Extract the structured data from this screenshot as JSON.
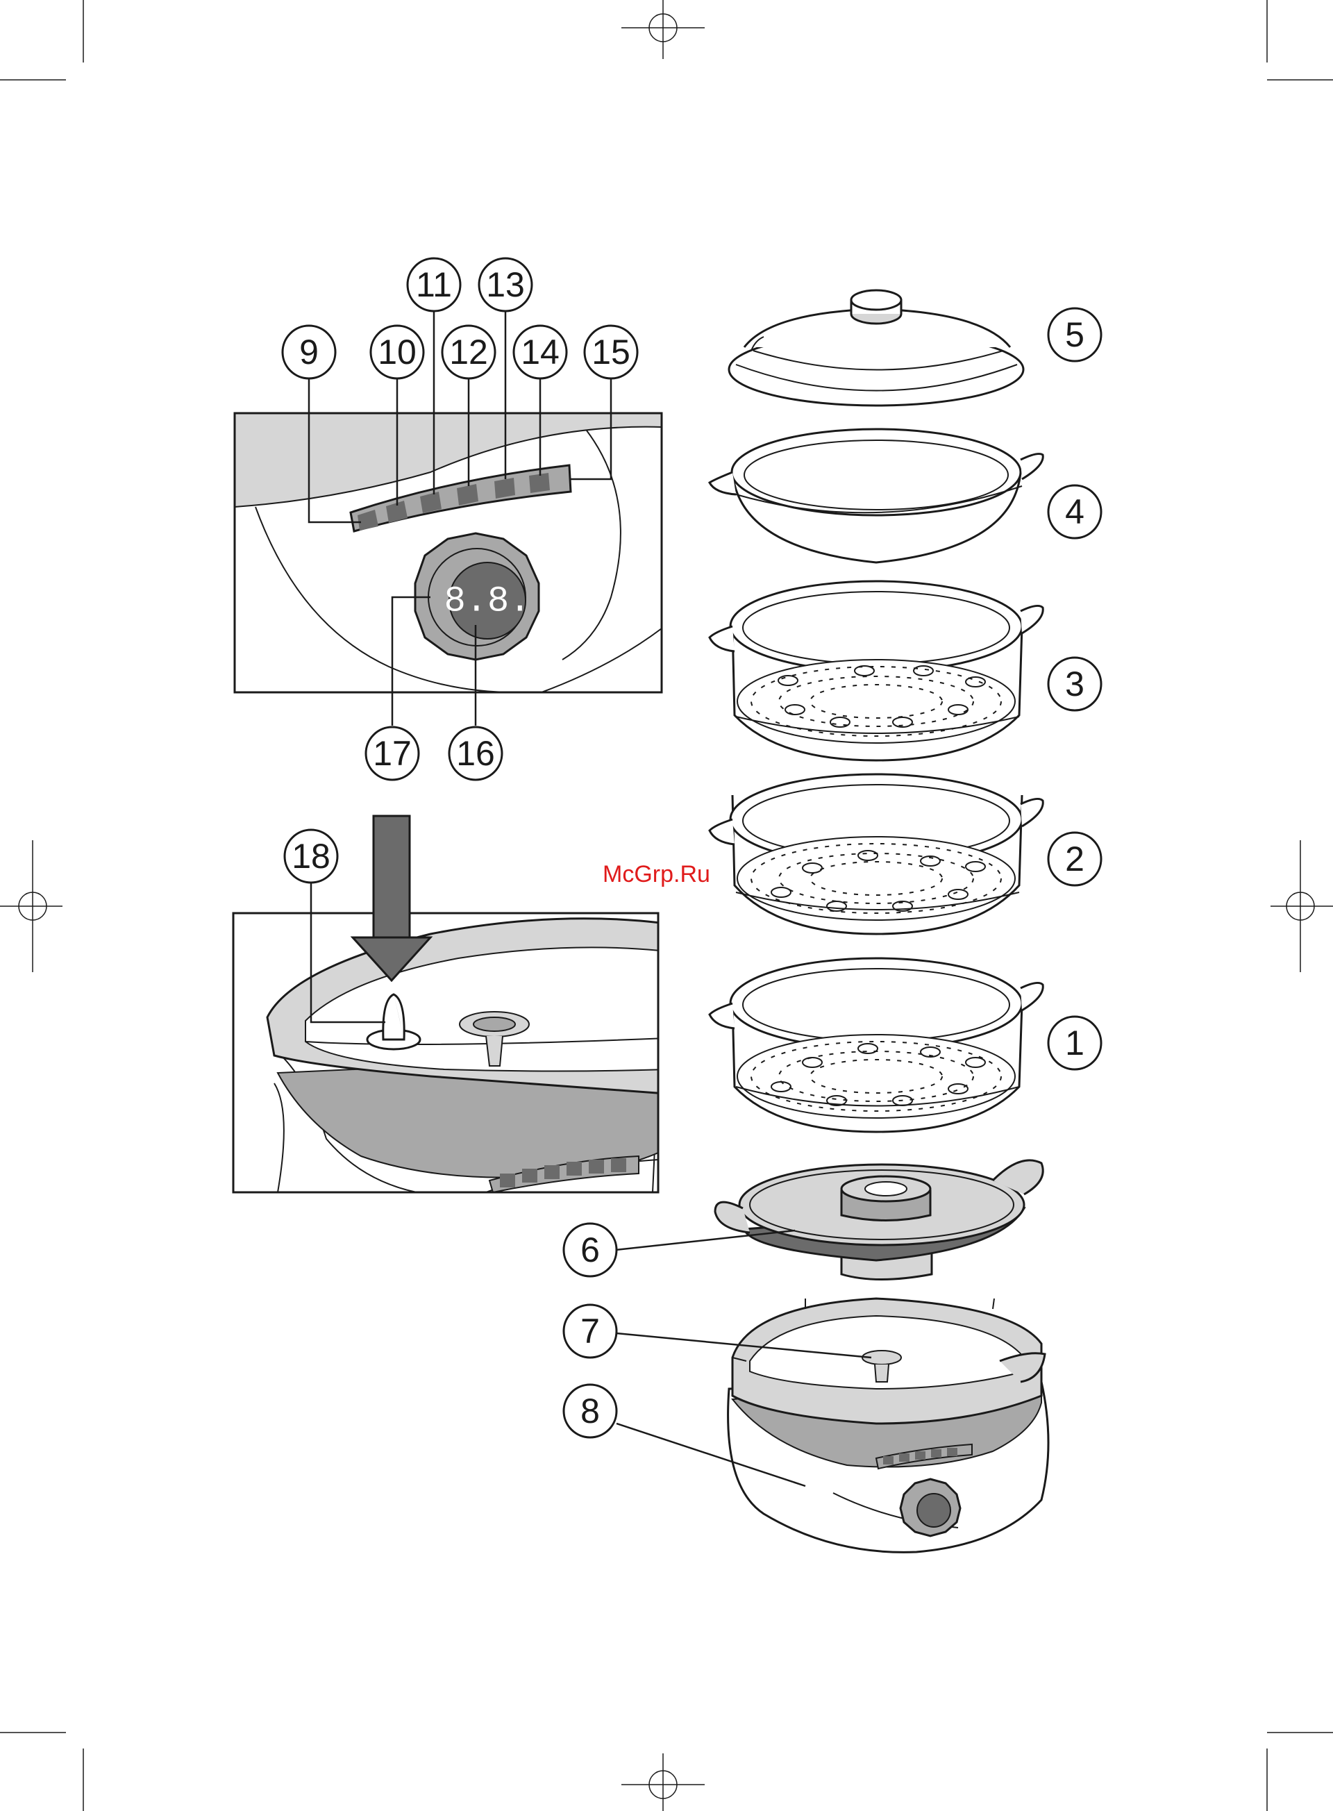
{
  "watermark": "McGrp.Ru",
  "display_digits": "8.8.",
  "labels": {
    "l1": "1",
    "l2": "2",
    "l3": "3",
    "l4": "4",
    "l5": "5",
    "l6": "6",
    "l7": "7",
    "l8": "8",
    "l9": "9",
    "l10": "10",
    "l11": "11",
    "l12": "12",
    "l13": "13",
    "l14": "14",
    "l15": "15",
    "l16": "16",
    "l17": "17",
    "l18": "18"
  },
  "colors": {
    "outline": "#1a1a1a",
    "shade_light": "#d6d6d6",
    "shade_mid": "#a8a8a8",
    "shade_dark": "#6b6b6b",
    "arrow": "#6b6b6b",
    "watermark": "#e01b1b"
  }
}
